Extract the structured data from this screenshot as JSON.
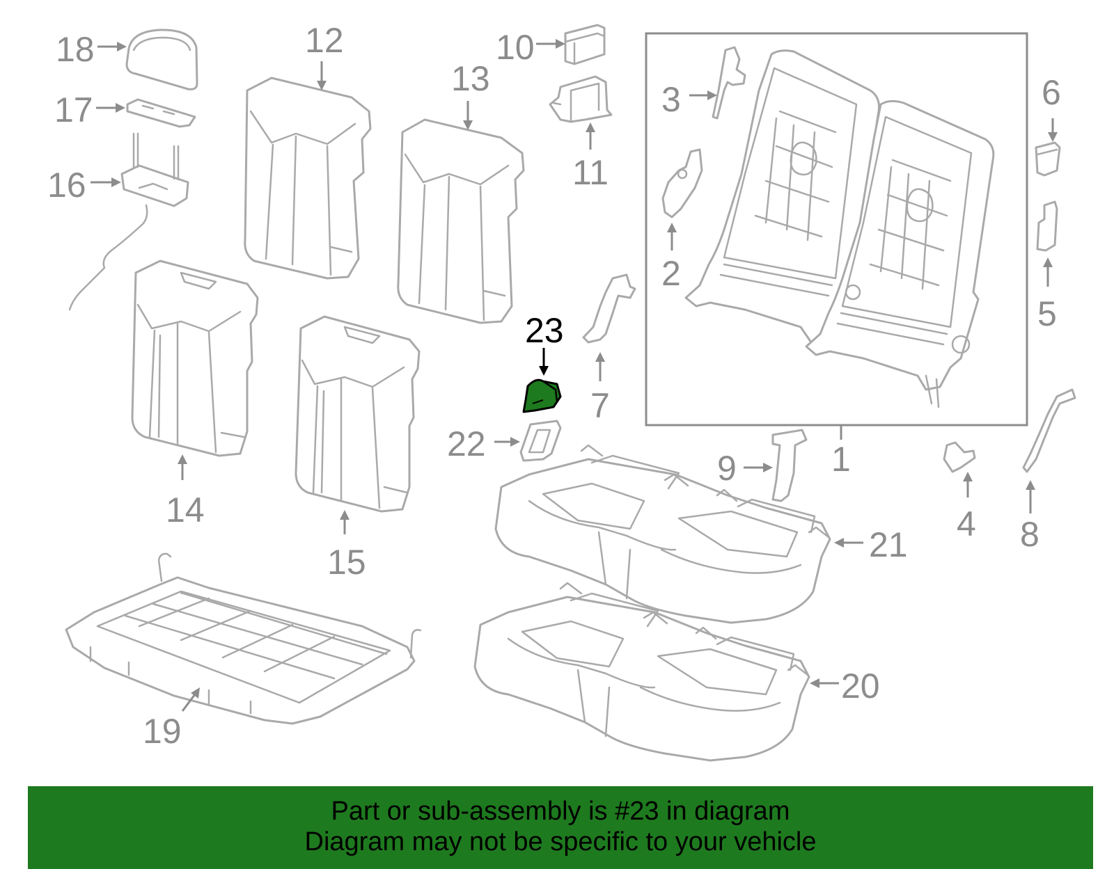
{
  "highlight": {
    "number": "23",
    "color": "#1e7a1e"
  },
  "callouts": [
    "1",
    "2",
    "3",
    "4",
    "5",
    "6",
    "7",
    "8",
    "9",
    "10",
    "11",
    "12",
    "13",
    "14",
    "15",
    "16",
    "17",
    "18",
    "19",
    "20",
    "21",
    "22",
    "23"
  ],
  "banner": {
    "line1": "Part or sub-assembly is #23 in diagram",
    "line2": "Diagram may not be specific to your vehicle",
    "background": "#1e7a1e"
  },
  "colors": {
    "part_stroke": "#a9a9a9",
    "callout_text": "#8c8c8c",
    "highlight_fill": "#1e7a1e"
  }
}
